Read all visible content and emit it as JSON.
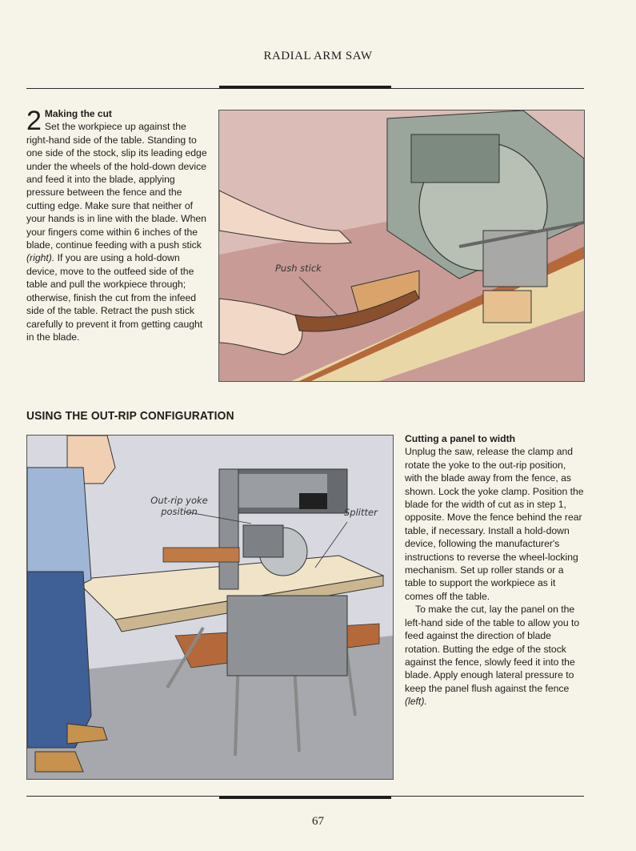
{
  "header": {
    "running_head": "RADIAL ARM SAW"
  },
  "step": {
    "number": "2",
    "title": "Making the cut",
    "body_before_right": "Set the workpiece up against the right-hand side of the table. Standing to one side of the stock, slip its leading edge under the wheels of the hold-down device and feed it into the blade, applying pressure between the fence and the cutting edge. Make sure that neither of your hands is in line with the blade. When your fingers come within 6 inches of the blade, continue feeding with a push stick ",
    "right_ref": "(right).",
    "body_after_right": " If you are using a hold-down device, move to the outfeed side of the table and pull the workpiece through; otherwise, finish the cut from the infeed side of the table. Retract the push stick carefully to prevent it from getting caught in the blade."
  },
  "figure_top": {
    "callout_push_stick": "Push stick"
  },
  "section": {
    "heading": "USING THE OUT-RIP CONFIGURATION"
  },
  "figure_bottom": {
    "callout_yoke": "Out-rip yoke position",
    "callout_splitter": "Splitter"
  },
  "caption": {
    "title": "Cutting a panel to width",
    "p1": "Unplug the saw, release the clamp and rotate the yoke to the out-rip position, with the blade away from the fence, as shown. Lock the yoke clamp. Position the blade for the width of cut as in step 1, opposite. Move the fence behind the rear table, if necessary. Install a hold-down device, following the manufacturer's instructions to reverse the wheel-locking mechanism. Set up roller stands or a table to support the workpiece as it comes off the table.",
    "p2_before_left": "To make the cut, lay the panel on the left-hand side of the table to allow you to feed against the direction of blade rotation. Butting the edge of the stock against the fence, slowly feed it into the blade. Apply enough lateral pressure to keep the panel flush against the fence ",
    "left_ref": "(left)."
  },
  "footer": {
    "page_number": "67"
  }
}
